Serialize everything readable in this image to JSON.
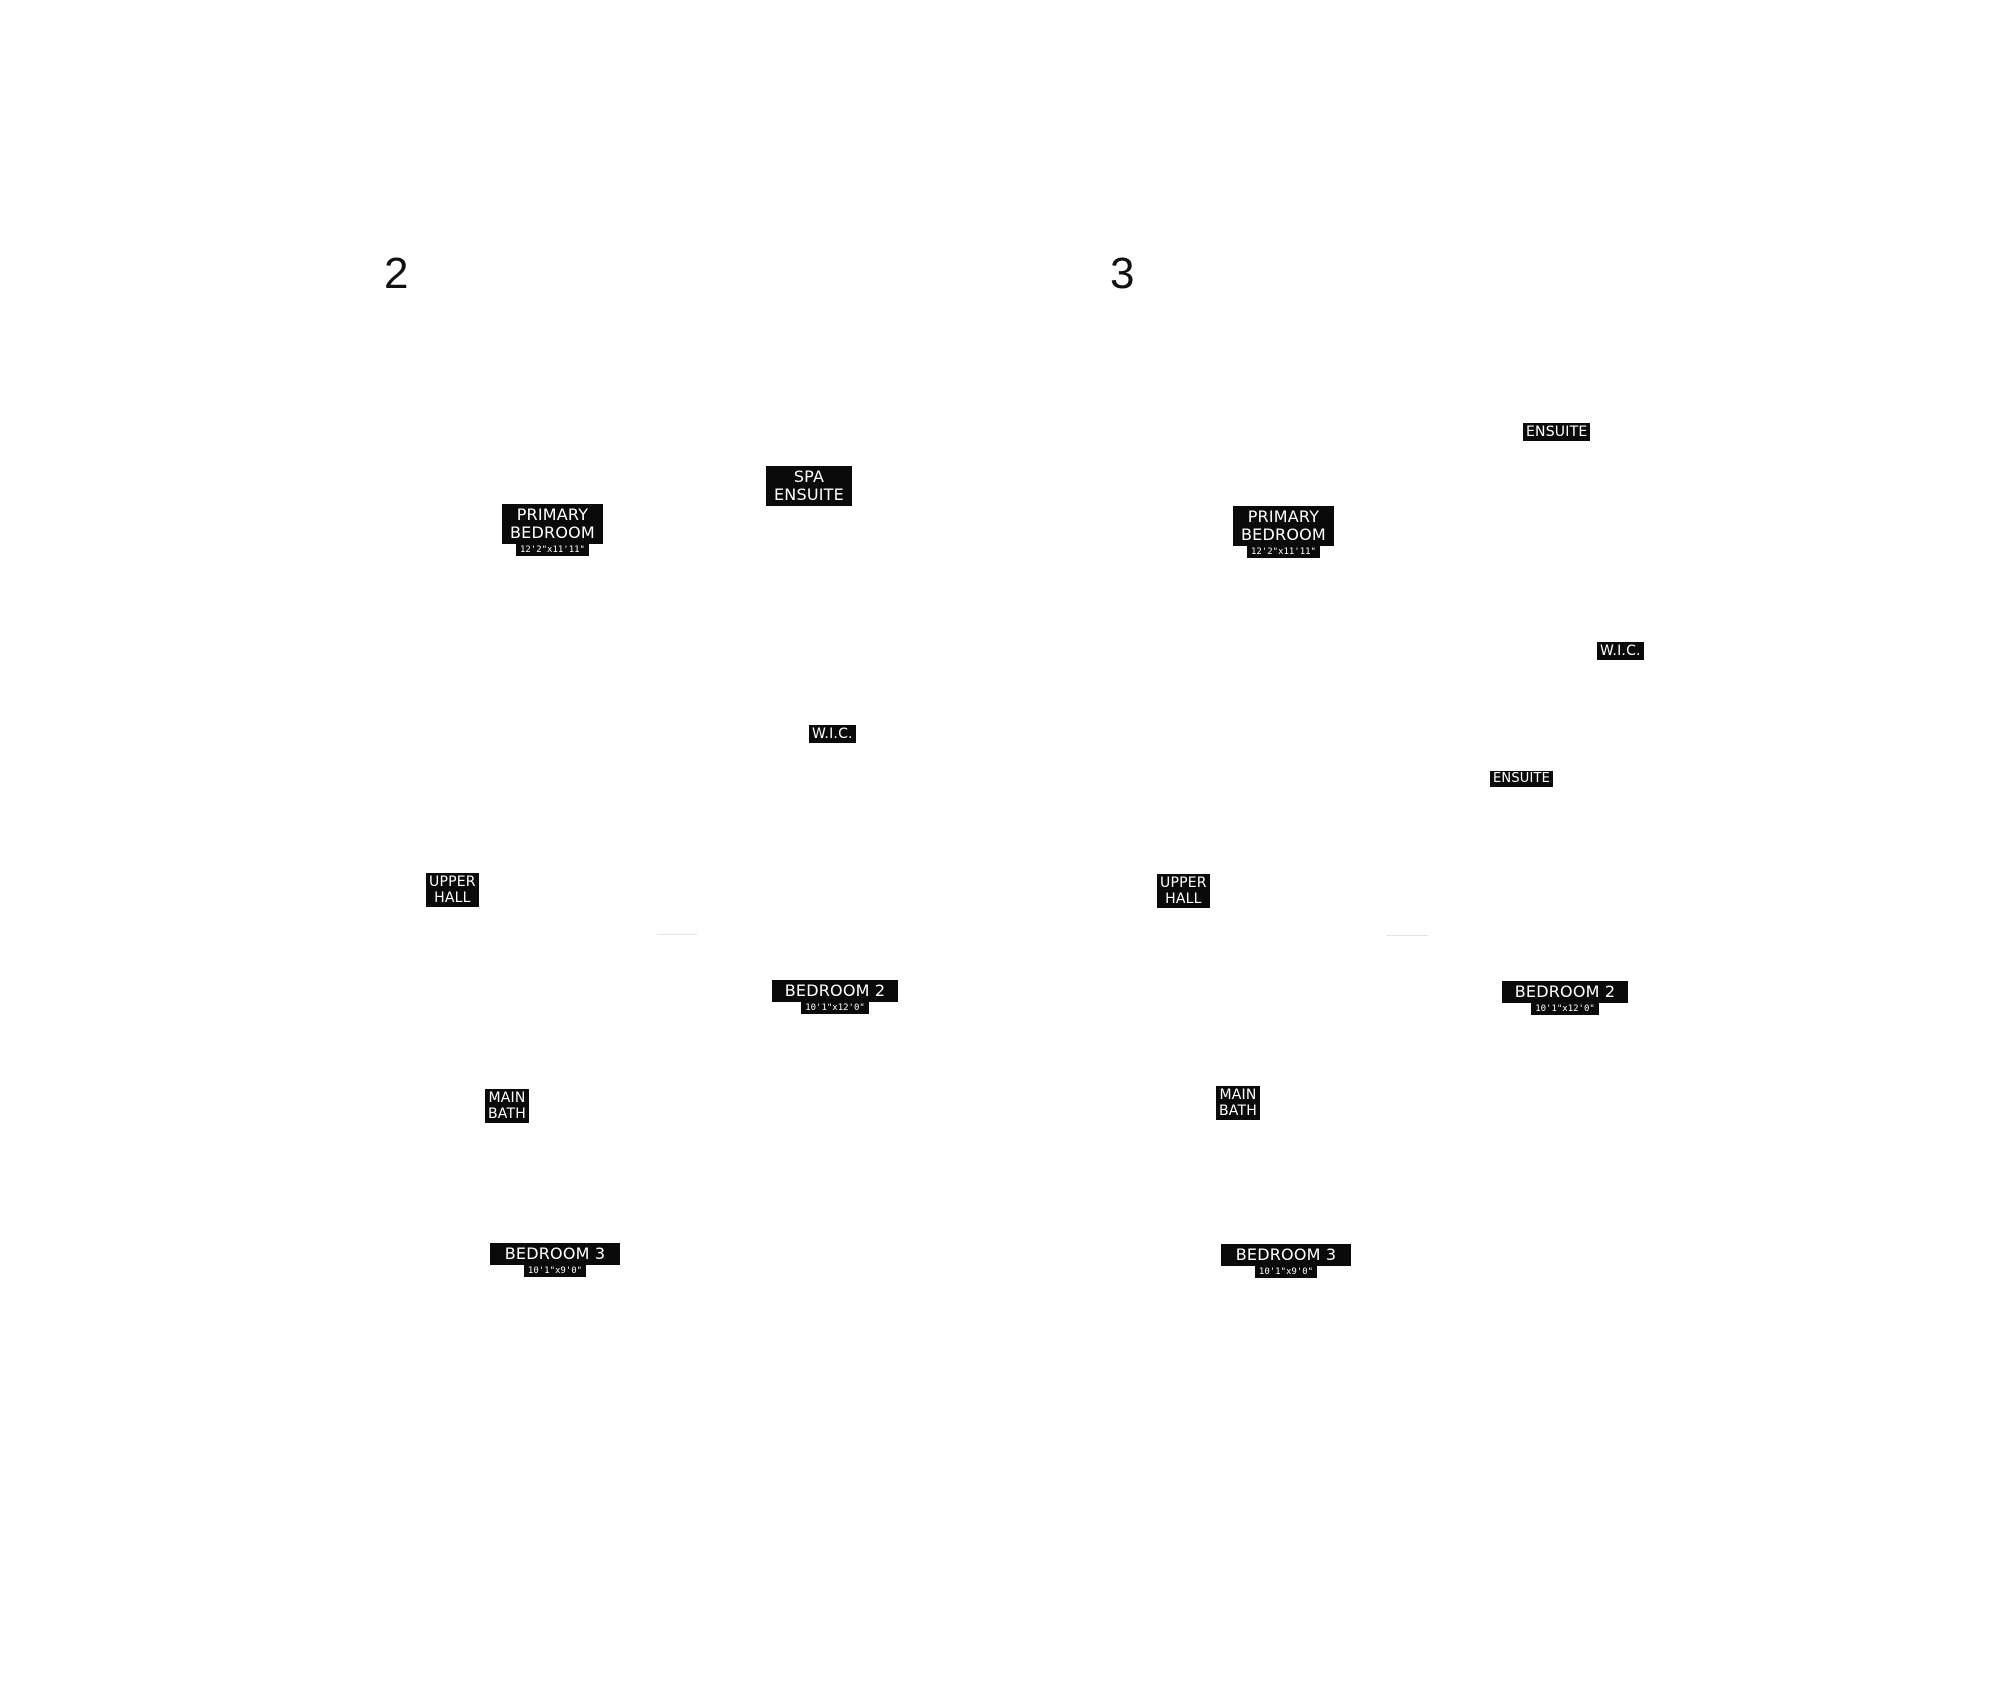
{
  "plans": [
    {
      "number": "2",
      "rooms": {
        "spa_ensuite": {
          "name": "SPA\nENSUITE"
        },
        "primary_bedroom": {
          "name": "PRIMARY\nBEDROOM",
          "size": "12'2\"x11'11\""
        },
        "wic": {
          "name": "W.I.C."
        },
        "upper_hall": {
          "name": "UPPER\nHALL"
        },
        "bedroom_2": {
          "name": "BEDROOM 2",
          "size": "10'1\"x12'0\""
        },
        "main_bath": {
          "name": "MAIN\nBATH"
        },
        "bedroom_3": {
          "name": "BEDROOM 3",
          "size": "10'1\"x9'0\""
        }
      }
    },
    {
      "number": "3",
      "rooms": {
        "ensuite_primary": {
          "name": "ENSUITE"
        },
        "primary_bedroom": {
          "name": "PRIMARY\nBEDROOM",
          "size": "12'2\"x11'11\""
        },
        "wic": {
          "name": "W.I.C."
        },
        "ensuite_secondary": {
          "name": "ENSUITE"
        },
        "upper_hall": {
          "name": "UPPER\nHALL"
        },
        "bedroom_2": {
          "name": "BEDROOM 2",
          "size": "10'1\"x12'0\""
        },
        "main_bath": {
          "name": "MAIN\nBATH"
        },
        "bedroom_3": {
          "name": "BEDROOM 3",
          "size": "10'1\"x9'0\""
        }
      }
    }
  ]
}
